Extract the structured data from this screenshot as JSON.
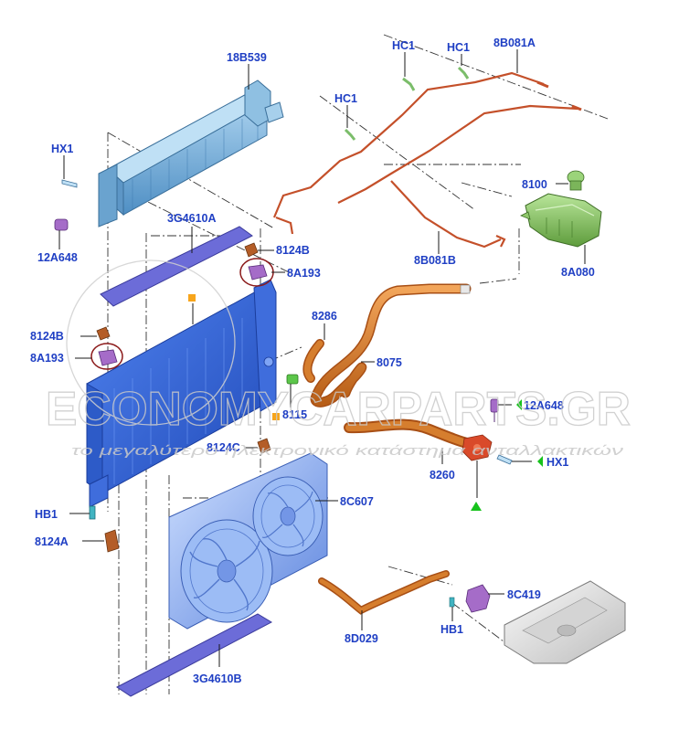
{
  "labels": {
    "l_18B539": "18B539",
    "l_HX1_a": "HX1",
    "l_12A648_a": "12A648",
    "l_3G4610A": "3G4610A",
    "l_8124B_a": "8124B",
    "l_8A193_a": "8A193",
    "l_8124B_b": "8124B",
    "l_8A193_b": "8A193",
    "l_HC1_a": "HC1",
    "l_HC1_b": "HC1",
    "l_HC1_c": "HC1",
    "l_8B081A": "8B081A",
    "l_8100": "8100",
    "l_8B081B": "8B081B",
    "l_8A080": "8A080",
    "l_8286": "8286",
    "l_8075": "8075",
    "l_8115": "8115",
    "l_12A648_b": "12A648",
    "l_HX1_b": "HX1",
    "l_8124C": "8124C",
    "l_8260": "8260",
    "l_HB1_a": "HB1",
    "l_8C607": "8C607",
    "l_8124A": "8124A",
    "l_8C419": "8C419",
    "l_HB1_b": "HB1",
    "l_8D029": "8D029",
    "l_3G4610B": "3G4610B"
  },
  "watermark": {
    "brand": "ECONOMYCARPARTS.GR",
    "tagline": "το μεγαλύτερο ηλεκτρονικό κατάστημα ανταλλακτικών"
  },
  "colors": {
    "label": "#1f3fc4",
    "radiator": "#2f63d6",
    "intercooler": "#7ab2d8",
    "hose": "#d67e2e",
    "pipe": "#c4502a",
    "tank": "#8fc86b",
    "pan": "#e6e6e6",
    "fan": "#8aaef0",
    "pad": "#6c6cd8",
    "marker_orange": "#f7a51c",
    "marker_green": "#17c21c",
    "highlight": "#8b1a1a"
  }
}
